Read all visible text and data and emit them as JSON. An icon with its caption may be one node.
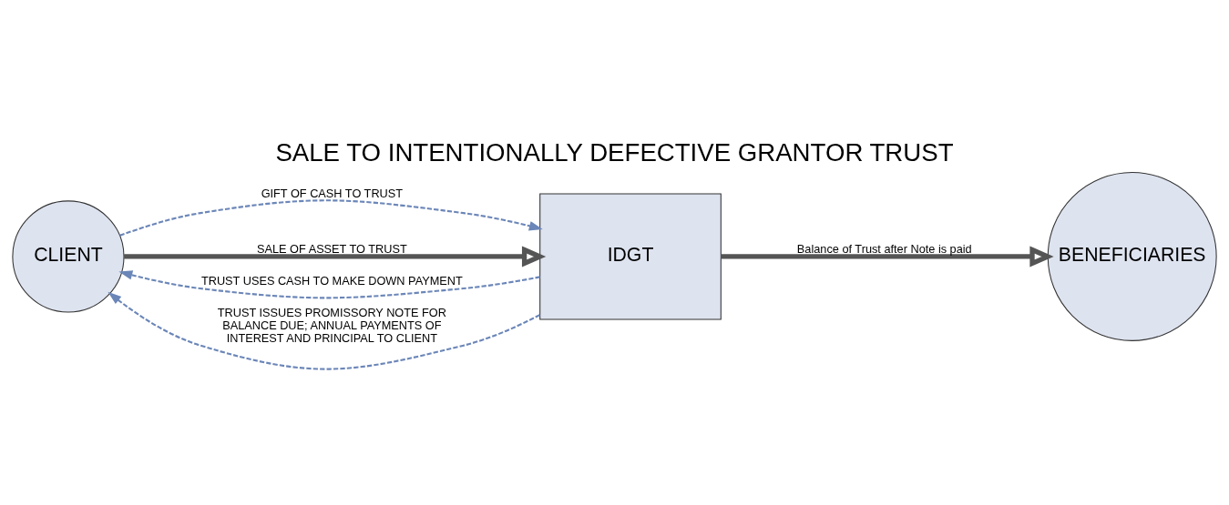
{
  "diagram": {
    "title": "SALE TO INTENTIONALLY DEFECTIVE GRANTOR TRUST",
    "nodes": [
      {
        "text": [
          "CLIENT"
        ]
      },
      {
        "text": [
          "IDGT"
        ]
      },
      {
        "text": [
          "BENEFICIARIES"
        ]
      }
    ],
    "edges": [
      {
        "from": 0,
        "to": 1,
        "arrow": "to",
        "style": "dashed",
        "label": "GIFT OF CASH TO TRUST"
      },
      {
        "from": 1,
        "to": 0,
        "arrow": "to",
        "style": "dashed",
        "label": "TRUST USES CASH TO MAKE DOWN PAYMENT"
      },
      {
        "from": 0,
        "to": 1,
        "arrow": "to",
        "style": "thick",
        "color": "#555555",
        "label": "SALE OF ASSET TO TRUST"
      },
      {
        "from": 1,
        "to": 0,
        "arrow": "to",
        "style": "dashed",
        "label": "TRUST ISSUES PROMISSORY NOTE FOR BALANCE DUE; ANNUAL PAYMENTS OF INTEREST AND PRINCIPAL TO CLIENT"
      },
      {
        "from": 1,
        "to": 2,
        "arrow": "to",
        "style": "thick",
        "color": "#555555",
        "label": "Balance of Trust after Note is paid"
      }
    ]
  }
}
